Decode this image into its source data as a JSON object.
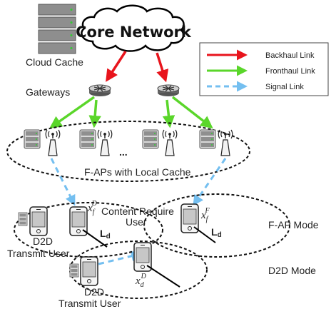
{
  "nodes": {
    "core_network": "Core Network",
    "cloud_cache": "Cloud Cache",
    "gateways": "Gateways",
    "faps_caption": "F-APs with Local Cache",
    "ellipsis": "...",
    "content_require_user_line1": "Content Require",
    "content_require_user_line2": "User",
    "d2d_transmit_user_top_line1": "D2D",
    "d2d_transmit_user_top_line2": "Transmit User",
    "d2d_transmit_user_bottom_line1": "D2D",
    "d2d_transmit_user_bottom_line2": "Transmit User",
    "ld_main": "L",
    "ld_sub": "d"
  },
  "math": {
    "x_f_D_base": "x",
    "x_f_D_sub": "f",
    "x_f_D_sup": "D",
    "x_f_F_base": "x",
    "x_f_F_sub": "f",
    "x_f_F_sup": "F",
    "x_d_D_base": "x",
    "x_d_D_sub": "d",
    "x_d_D_sup": "D"
  },
  "modes": {
    "fap_mode": "F-AP Mode",
    "d2d_mode": "D2D Mode"
  },
  "legend": {
    "items": [
      {
        "label": "Backhaul Link",
        "color": "#e8141c",
        "style": "solid"
      },
      {
        "label": "Fronthaul Link",
        "color": "#5ad62a",
        "style": "solid"
      },
      {
        "label": "Signal Link",
        "color": "#74bff0",
        "style": "dashed"
      }
    ]
  },
  "colors": {
    "backhaul": "#e8141c",
    "fronthaul": "#5ad62a",
    "signal": "#74bff0"
  },
  "icons": {
    "server": "server-rack-icon",
    "router": "router-icon",
    "antenna": "antenna-tower-icon",
    "phone": "mobile-phone-icon"
  }
}
